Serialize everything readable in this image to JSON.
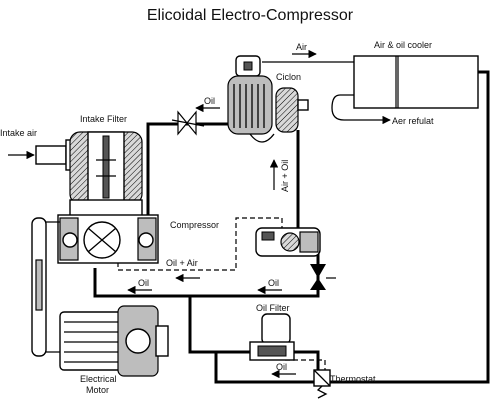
{
  "title": "Elicoidal Electro-Compressor",
  "labels": {
    "intake_air": "Intake air",
    "intake_filter": "Intake Filter",
    "compressor": "Compressor",
    "electrical_motor_line1": "Electrical",
    "electrical_motor_line2": "Motor",
    "ciclon": "Ciclon",
    "air_oil_cooler": "Air & oil cooler",
    "aer_refulat": "Aer refulat",
    "oil_filter": "Oil Filter",
    "thermostat": "Thermostat"
  },
  "flows": {
    "air_top": "Air",
    "oil_top": "Oil",
    "air_plus_oil_vertical": "Air + Oil",
    "oil_plus_air": "Oil + Air",
    "oil_left": "Oil",
    "oil_mid": "Oil",
    "oil_bottom": "Oil"
  }
}
